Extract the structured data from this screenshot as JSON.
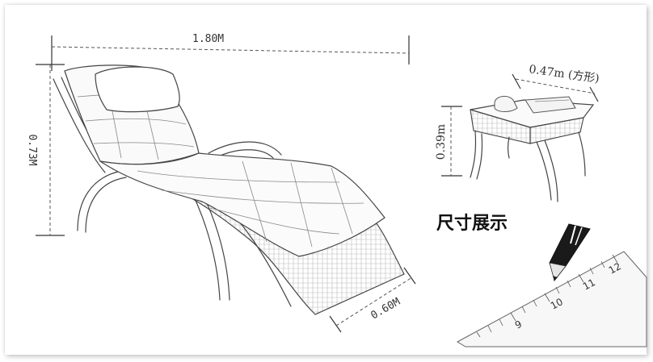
{
  "lounger": {
    "length_label": "1.80M",
    "height_label": "0.73M",
    "width_label": "0.60M"
  },
  "table": {
    "width_label": "0.47m (方形)",
    "height_label": "0.39m"
  },
  "title": "尺寸展示",
  "ruler": {
    "ticks": [
      "9",
      "10",
      "11",
      "12"
    ]
  }
}
